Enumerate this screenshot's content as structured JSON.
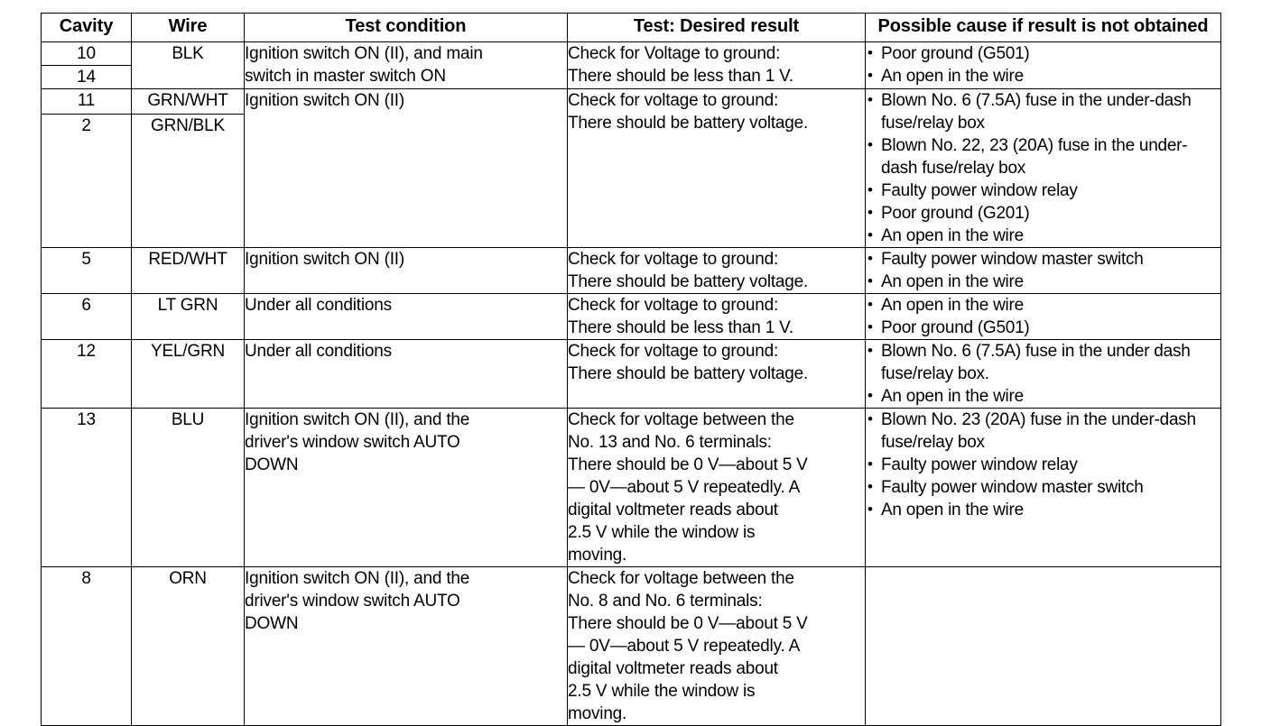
{
  "table": {
    "headers": [
      "Cavity",
      "Wire",
      "Test condition",
      "Test: Desired result",
      "Possible cause if result is not obtained"
    ],
    "rows": [
      {
        "cavity": "10",
        "wire": "BLK",
        "condition_lines": [
          "Ignition switch ON (II), and main",
          "switch in master switch ON"
        ],
        "result_lines": [
          "Check for Voltage to ground:",
          "There should be less than 1 V."
        ],
        "causes": [
          "Poor ground (G501)",
          "An open in the wire"
        ]
      },
      {
        "cavity": "14",
        "wire": "",
        "condition_lines": [],
        "result_lines": [],
        "causes": []
      },
      {
        "cavity": "11",
        "wire": "GRN/WHT",
        "condition_lines": [
          "Ignition switch ON (II)"
        ],
        "result_lines": [
          "Check for voltage to ground:",
          "There should be battery voltage."
        ],
        "causes": [
          "Blown No. 6 (7.5A) fuse in the under-dash fuse/relay box",
          "Blown No. 22, 23 (20A) fuse in the under-dash fuse/relay box",
          "Faulty power window relay",
          "Poor ground (G201)",
          "An open in the wire"
        ]
      },
      {
        "cavity": "2",
        "wire": "GRN/BLK",
        "condition_lines": [],
        "result_lines": [],
        "causes": []
      },
      {
        "cavity": "5",
        "wire": "RED/WHT",
        "condition_lines": [
          "Ignition switch ON (II)"
        ],
        "result_lines": [
          "Check for voltage to ground:",
          "There should be battery voltage."
        ],
        "causes": [
          "Faulty power window master switch",
          "An open in the wire"
        ]
      },
      {
        "cavity": "6",
        "wire": "LT GRN",
        "condition_lines": [
          "Under all conditions"
        ],
        "result_lines": [
          "Check for voltage to ground:",
          "There should be less than 1 V."
        ],
        "causes": [
          "An open in the wire",
          "Poor ground (G501)"
        ]
      },
      {
        "cavity": "12",
        "wire": "YEL/GRN",
        "condition_lines": [
          "Under all conditions"
        ],
        "result_lines": [
          "Check for voltage to ground:",
          "There should be battery voltage."
        ],
        "causes": [
          "Blown No. 6 (7.5A) fuse in the under dash fuse/relay box.",
          "An open in the wire"
        ]
      },
      {
        "cavity": "13",
        "wire": "BLU",
        "condition_lines": [
          "Ignition switch ON (II), and the",
          "driver's window switch AUTO",
          "DOWN"
        ],
        "result_lines": [
          "Check for voltage between the",
          "No. 13 and No. 6 terminals:",
          "There should be 0 V—about 5 V",
          "— 0V—about 5 V repeatedly. A",
          "digital voltmeter reads about",
          "2.5 V while the window is",
          "moving."
        ],
        "causes": [
          "Blown No. 23 (20A) fuse in the under-dash fuse/relay box",
          "Faulty power window relay",
          "Faulty power window master switch",
          "An open in the wire"
        ]
      },
      {
        "cavity": "8",
        "wire": "ORN",
        "condition_lines": [
          "Ignition switch ON (II), and the",
          "driver's window switch AUTO",
          "DOWN"
        ],
        "result_lines": [
          "Check for voltage between the",
          "No. 8 and No. 6 terminals:",
          "There should be 0 V—about 5 V",
          "— 0V—about 5 V repeatedly. A",
          "digital voltmeter reads about",
          "2.5 V while the window is",
          "moving."
        ],
        "causes": []
      }
    ]
  }
}
